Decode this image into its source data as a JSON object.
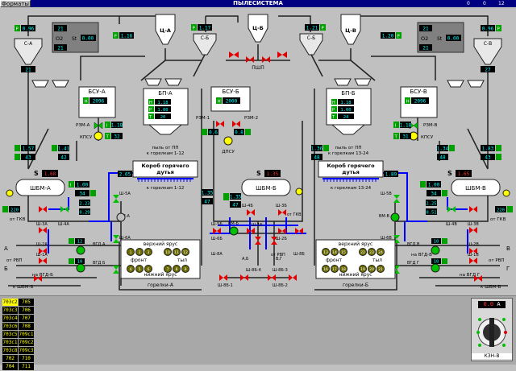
{
  "window": {
    "menu": "Форматы",
    "title": "ПЫЛЕСИСТЕМА",
    "indicators": [
      "0",
      "0",
      "12"
    ]
  },
  "colors": {
    "green": "#00c000",
    "red": "#e00000",
    "blue": "#0000ff",
    "yellow": "#ffff00",
    "cyan": "#00ffff"
  },
  "cyclones": {
    "a": {
      "label": "С-А",
      "p": "0.96",
      "t": "21"
    },
    "b_left": {
      "label": "С-Б",
      "p": "1.17"
    },
    "b_right": {
      "label": "С-Б",
      "p": "1.21"
    },
    "v": {
      "label": "С-В",
      "p": "0.96",
      "t": "27"
    }
  },
  "hoppers": {
    "a": "Ц-А",
    "b": "Ц-Б",
    "v": "Ц-В"
  },
  "gas_left": {
    "label": "O2",
    "st_label": "St",
    "o2": "21",
    "st": "0.00"
  },
  "gas_right": {
    "label": "O2",
    "st_label": "St",
    "o2": "21",
    "st": "0.00"
  },
  "p_boxes": {
    "a_top": "1.16",
    "b_l": "1.17",
    "b_r": "1.21",
    "v_top": "1.20"
  },
  "pshp": "ПШП",
  "bsu": {
    "a": {
      "label": "БСУ-А",
      "h": "2096",
      "rzm": "РЗМ-А",
      "kpsu": "КПСУ"
    },
    "b": {
      "label": "БСУ-Б",
      "h": "2000",
      "rzm1": "РЗМ-1",
      "rzm2": "РЗМ-2",
      "dpsu": "ДПСУ",
      "v1": "0.6",
      "v2": "0.8"
    },
    "v": {
      "label": "БСУ-В",
      "h": "2096",
      "rzm": "РЗМ-В",
      "kpsu": "КПСУ"
    }
  },
  "bp": {
    "a": {
      "label": "БП-А",
      "h": "1.18",
      "p": "1.00",
      "t": "20",
      "dust": "пыль от ПП",
      "to": "к горелкам 1-12"
    },
    "b": {
      "label": "БП-Б",
      "h": "1.18",
      "p": "1.00",
      "t": "24",
      "dust": "пыль от ПП",
      "to": "к горелкам 13-24"
    }
  },
  "hot_air": {
    "a_line1": "Короб горячего",
    "a_line2": "дутья",
    "a_to": "к горелкам 1-12",
    "b_line1": "Короб горячего",
    "b_line2": "дутья",
    "b_to": "к горелкам 13-24",
    "v_l": "2.65",
    "v_r": "1.89"
  },
  "mills": {
    "a": {
      "label": "ШБМ-А",
      "s": "S",
      "setpoint": "1.68",
      "i": "I",
      "i_val": "1.00",
      "p": "1.57",
      "t": "43",
      "pv": "34"
    },
    "b": {
      "label": "ШБМ-Б",
      "s": "S",
      "setpoint": "1.35",
      "p": "1.35",
      "t": "47"
    },
    "v": {
      "label": "ШБМ-В",
      "s": "S",
      "setpoint": "1.65",
      "i_val": "1.00",
      "p": "1.83",
      "t": "43",
      "pv": "34"
    }
  },
  "left_misc": {
    "a1": "1.32",
    "a2": "1.38",
    "m220": "220",
    "from_gkv": "от ГКВ",
    "from_rvp": "от РВП",
    "a": "А",
    "b": "Б",
    "vgd_a": "ВГД А",
    "vgd_b": "ВГД Б",
    "na_vgd": "на ВГД-Б",
    "to_shbm": "к ШБМ-Б",
    "sh3a": "Ш-3А",
    "sh4a": "Ш-4А",
    "sh2a": "Ш-2А",
    "sh1a": "Ш-1А",
    "sh5a": "Ш-5А",
    "sh6a": "Ш-6А",
    "vma": "ВМ-А",
    "v_2a": "2.23",
    "v_1a": "0.29"
  },
  "right_misc": {
    "m220": "220",
    "from_gkv": "от ГКВ",
    "from_rvp": "от РВП",
    "v": "В",
    "g": "Г",
    "vgd_v": "ВГД В",
    "vgd_g": "ВГД Г",
    "na_vgd": "на ВГД-В",
    "na_vgd_g": "на ВГД Г",
    "to_shbm": "к ШБМ-Б",
    "sh3v": "Ш-3В",
    "sh4v": "Ш-4В",
    "sh2v": "Ш-2В",
    "sh1v": "Ш-1В",
    "sh5v": "Ш-5В",
    "sh6v": "Ш-6В",
    "vmv": "ВМ-В",
    "v_2v": "2.25",
    "v_1v": "0.51",
    "v_b1": "1.36",
    "v_b2": "48"
  },
  "center": {
    "vmb": "ВМ-Б",
    "sh5b": "Ш-5Б",
    "sh6b": "Ш-6Б",
    "sh3b": "Ш-3Б",
    "sh4b": "Ш-4Б",
    "sh1b": "Ш-1Б",
    "sh2b": "Ш-2Б",
    "sh8a": "Ш-8А",
    "sh8b": "Ш-8Б",
    "sh8b1": "Ш-8Б-1",
    "sh8b2": "Ш-8Б-2",
    "sh8b4": "Ш-8Б-4",
    "sh8b3": "Ш-8Б-3",
    "from_gkv": "от ГКВ",
    "from_rvp": "от РВП",
    "ab": "А,Б",
    "vg": "В,Г",
    "v_b": "1.35",
    "v_b2": "47"
  },
  "burners": {
    "a": {
      "upper": "верхний ярус",
      "lower": "нижний ярус",
      "front": "фронт",
      "tyl": "тыл",
      "name": "горелки-А",
      "upper_nums": [
        "1",
        "2",
        "3",
        "10",
        "11",
        "12"
      ],
      "lower_nums": [
        "4",
        "5",
        "6",
        "7",
        "8",
        "9"
      ]
    },
    "b": {
      "upper": "верхний ярус",
      "lower": "нижний ярус",
      "front": "фронт",
      "tyl": "тыл",
      "name": "горелки-Б",
      "upper_nums": [
        "13",
        "14",
        "15",
        "22",
        "23",
        "24"
      ],
      "lower_nums": [
        "16",
        "17",
        "18",
        "19",
        "20",
        "21"
      ]
    }
  },
  "codes": [
    [
      "703c2",
      "705"
    ],
    [
      "703c3",
      "706"
    ],
    [
      "703c4",
      "707"
    ],
    [
      "703c6",
      "708"
    ],
    [
      "703c5",
      "709c1"
    ],
    [
      "703c1",
      "709c2"
    ],
    [
      "703c8",
      "709c3"
    ],
    [
      "702",
      "710"
    ],
    [
      "704",
      "711"
    ]
  ],
  "kzn": {
    "display": "0.0",
    "unit": "А",
    "label": "КЗН-В"
  }
}
